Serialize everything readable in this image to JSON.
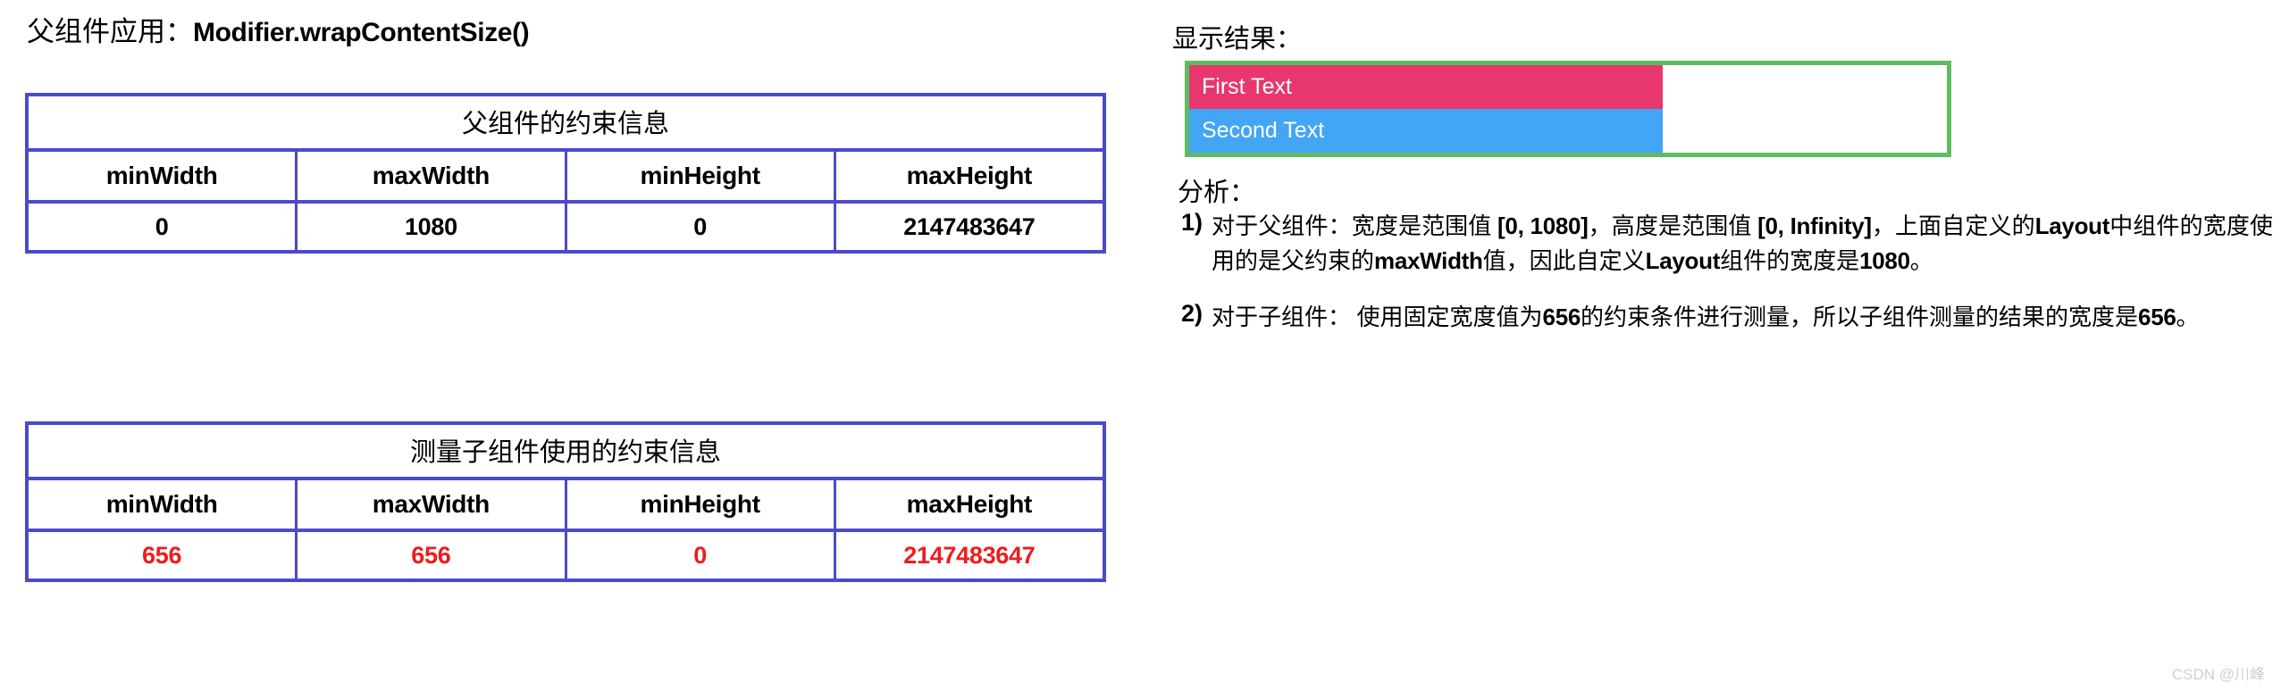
{
  "colors": {
    "table_border": "#4a4acb",
    "value_red": "#ee1c1c",
    "preview_border_green": "#60bc60",
    "first_text_pink": "#e8376f",
    "second_text_blue": "#42a5f5"
  },
  "left": {
    "title_prefix": "父组件应用：",
    "title_code": "Modifier.wrapContentSize()",
    "tables": [
      {
        "caption": "父组件的约束信息",
        "headers": [
          "minWidth",
          "maxWidth",
          "minHeight",
          "maxHeight"
        ],
        "values": [
          "0",
          "1080",
          "0",
          "2147483647"
        ],
        "value_color": "black"
      },
      {
        "caption": "测量子组件使用的约束信息",
        "headers": [
          "minWidth",
          "maxWidth",
          "minHeight",
          "maxHeight"
        ],
        "values": [
          "656",
          "656",
          "0",
          "2147483647"
        ],
        "value_color": "red"
      }
    ]
  },
  "right": {
    "result_label": "显示结果：",
    "preview": {
      "first_bar_text": "First Text",
      "second_bar_text": "Second Text"
    },
    "analysis_label": "分析：",
    "items": [
      {
        "num": "1)",
        "parts": [
          {
            "t": "对于父组件：宽度是范围值 ",
            "b": false
          },
          {
            "t": "[0, 1080]",
            "b": true
          },
          {
            "t": "，高度是范围值 ",
            "b": false
          },
          {
            "t": "[0, Infinity]",
            "b": true
          },
          {
            "t": "，上面自定义的",
            "b": false
          },
          {
            "t": "Layout",
            "b": true
          },
          {
            "t": "中组件的宽度使用的是父约束的",
            "b": false
          },
          {
            "t": "maxWidth",
            "b": true
          },
          {
            "t": "值，因此自定义",
            "b": false
          },
          {
            "t": "Layout",
            "b": true
          },
          {
            "t": "组件的宽度是",
            "b": false
          },
          {
            "t": "1080",
            "b": true
          },
          {
            "t": "。",
            "b": false
          }
        ]
      },
      {
        "num": "2)",
        "parts": [
          {
            "t": "对于子组件：  使用固定宽度值为",
            "b": false
          },
          {
            "t": "656",
            "b": true
          },
          {
            "t": "的约束条件进行测量，所以子组件测量的结果的宽度是",
            "b": false
          },
          {
            "t": "656",
            "b": true
          },
          {
            "t": "。",
            "b": false
          }
        ]
      }
    ]
  },
  "watermark": "CSDN @川峰"
}
